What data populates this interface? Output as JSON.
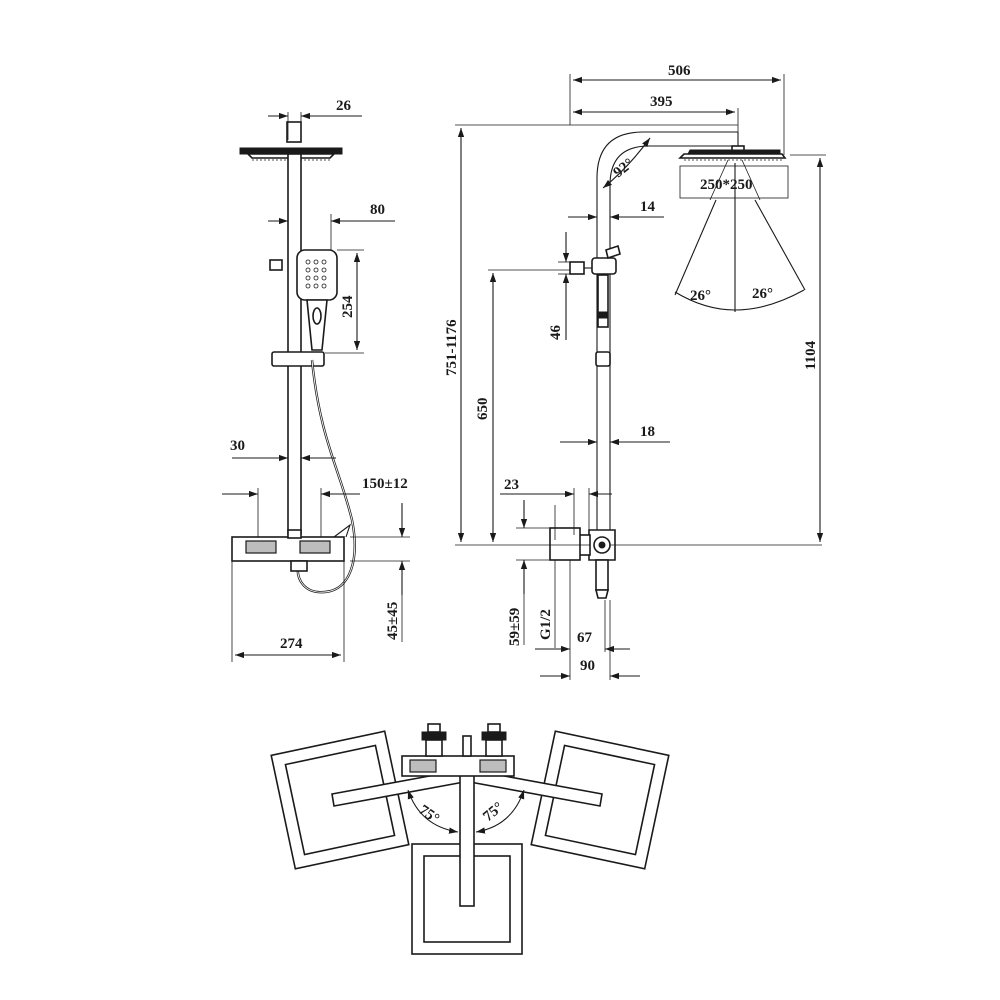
{
  "side_view": {
    "dims": {
      "head_depth": "26",
      "handset_offset": "80",
      "handset_length": "254",
      "rail_diameter": "30",
      "inlet_spacing": "150±12",
      "width": "274",
      "height": "45±45"
    }
  },
  "front_view": {
    "dims": {
      "overall_width": "506",
      "arm_reach": "395",
      "arm_angle": "92°",
      "arm_tube": "14",
      "head_size": "250*250",
      "spray_angle_left": "26°",
      "spray_angle_right": "26°",
      "height_range": "751-1176",
      "bracket": "46",
      "lower_height": "650",
      "overall_height": "1104",
      "rail_tube": "18",
      "mixer_offset": "23",
      "mixer_height": "59±59",
      "thread": "G1/2",
      "mixer_depth": "67",
      "total_depth": "90"
    }
  },
  "top_view": {
    "dims": {
      "swivel_left": "75°",
      "swivel_right": "75°"
    }
  }
}
